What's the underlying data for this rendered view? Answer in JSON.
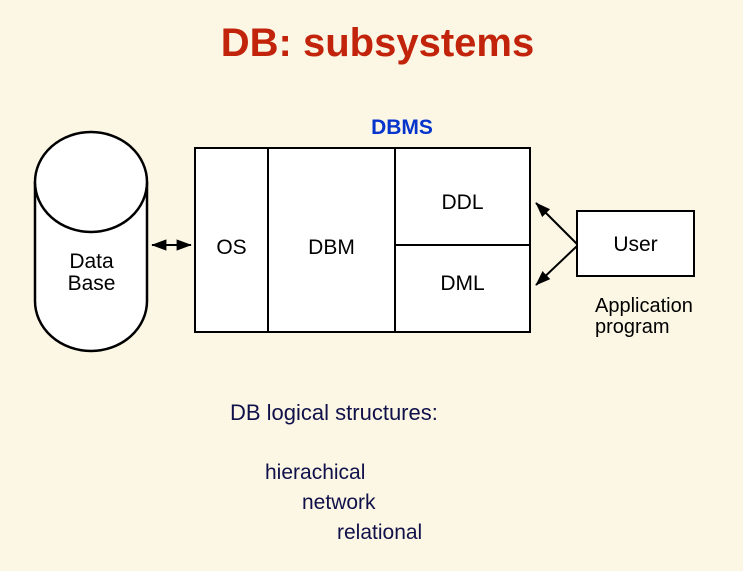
{
  "title": "DB: subsystems",
  "diagram": {
    "dbms_label": "DBMS",
    "database_label": "Data\nBase",
    "os_label": "OS",
    "dbm_label": "DBM",
    "ddl_label": "DDL",
    "dml_label": "DML",
    "user_label": "User",
    "application_label": "Application\nprogram"
  },
  "notes": {
    "heading": "DB logical structures:",
    "items": [
      "hierachical",
      "network",
      "relational"
    ]
  },
  "colors": {
    "background": "#FCF7E4",
    "title": "#C2230B",
    "dbms_label": "#0434CC",
    "notes_text": "#10104A",
    "diagram_lines": "#000000",
    "shape_fill": "#FFFFFF"
  }
}
